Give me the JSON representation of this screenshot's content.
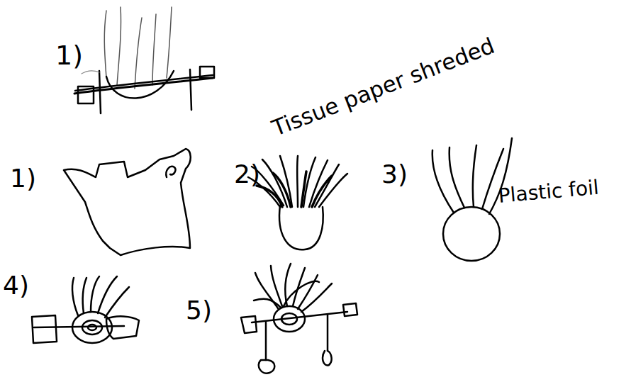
{
  "diagram": {
    "labels": [
      "1)",
      "Tissue paper shreded",
      "1)",
      "2)",
      "3)",
      "Plastic foil",
      "4)",
      "5)"
    ]
  }
}
